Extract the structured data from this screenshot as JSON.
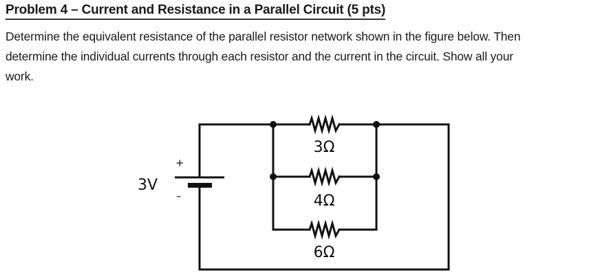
{
  "problem": {
    "title": "Problem 4 – Current and Resistance in a Parallel Circuit (5 pts)",
    "line1": "Determine the equivalent resistance of the parallel resistor network shown in the figure below. Then",
    "line2": "determine the individual currents through each resistor and the current in the circuit. Show all your",
    "line3": "work."
  },
  "circuit": {
    "source": {
      "voltage_label": "3V",
      "plus_sign": "+",
      "minus_sign": "–"
    },
    "resistors": [
      {
        "label": "3Ω",
        "ohms": 3
      },
      {
        "label": "4Ω",
        "ohms": 4
      },
      {
        "label": "6Ω",
        "ohms": 6
      }
    ]
  }
}
